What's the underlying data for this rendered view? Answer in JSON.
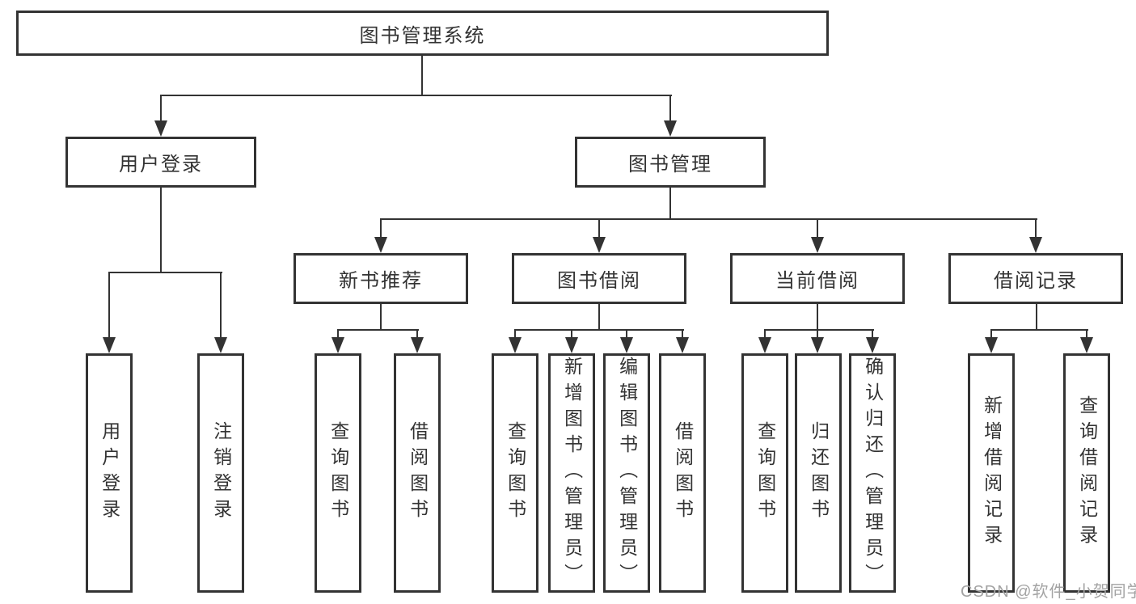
{
  "tree": {
    "root": "图书管理系统",
    "branches": [
      {
        "label": "用户登录",
        "children": [
          "用户登录",
          "注销登录"
        ]
      },
      {
        "label": "图书管理",
        "groups": [
          {
            "label": "新书推荐",
            "children": [
              "查询图书",
              "借阅图书"
            ]
          },
          {
            "label": "图书借阅",
            "children": [
              "查询图书",
              "新增图书（管理员）",
              "编辑图书（管理员）",
              "借阅图书"
            ]
          },
          {
            "label": "当前借阅",
            "children": [
              "查询图书",
              "归还图书",
              "确认归还（管理员）"
            ]
          },
          {
            "label": "借阅记录",
            "children": [
              "新增借阅记录",
              "查询借阅记录"
            ]
          }
        ]
      }
    ]
  },
  "colors": {
    "line": "#333333",
    "text": "#333333",
    "watermark": "#a3a3a3",
    "background": "#ffffff"
  },
  "watermark": "CSDN @软件_小贺同学"
}
